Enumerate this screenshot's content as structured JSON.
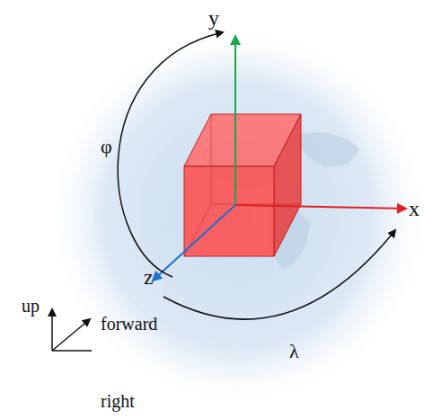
{
  "diagram": {
    "labels": [
      "y",
      "x",
      "z",
      "φ",
      "λ",
      "up",
      "forward",
      "right"
    ]
  }
}
